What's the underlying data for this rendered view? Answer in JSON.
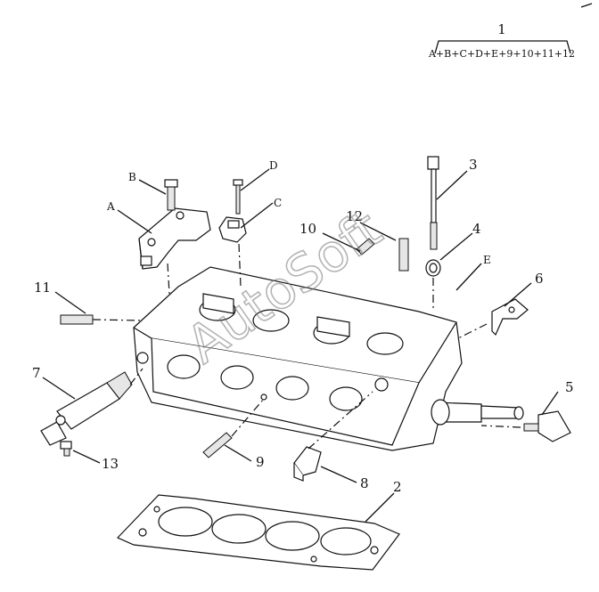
{
  "header": {
    "assembly_number": "1",
    "assembly_formula": "A+B+C+D+E+9+10+11+12"
  },
  "watermark": "AutoSoft",
  "callouts": [
    {
      "id": "label-A",
      "text": "A"
    },
    {
      "id": "label-B",
      "text": "B"
    },
    {
      "id": "label-C",
      "text": "C"
    },
    {
      "id": "label-D",
      "text": "D"
    },
    {
      "id": "label-E",
      "text": "E"
    },
    {
      "id": "label-2",
      "text": "2"
    },
    {
      "id": "label-3",
      "text": "3"
    },
    {
      "id": "label-4",
      "text": "4"
    },
    {
      "id": "label-5",
      "text": "5"
    },
    {
      "id": "label-6",
      "text": "6"
    },
    {
      "id": "label-7",
      "text": "7"
    },
    {
      "id": "label-8",
      "text": "8"
    },
    {
      "id": "label-9",
      "text": "9"
    },
    {
      "id": "label-10",
      "text": "10"
    },
    {
      "id": "label-11",
      "text": "11"
    },
    {
      "id": "label-12",
      "text": "12"
    },
    {
      "id": "label-13",
      "text": "13"
    }
  ]
}
